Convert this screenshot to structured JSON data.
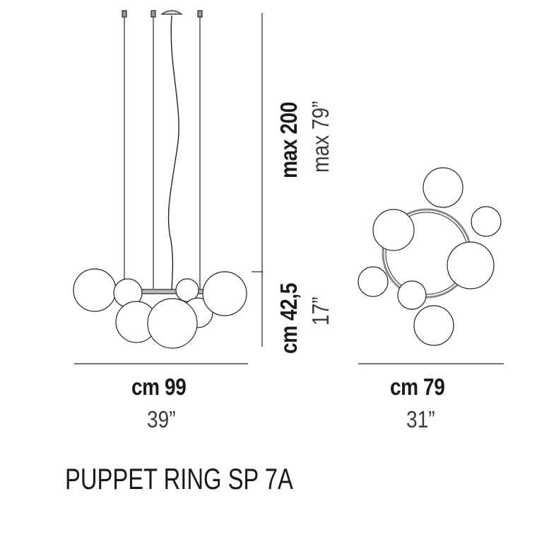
{
  "product": {
    "title": "PUPPET RING SP 7A"
  },
  "side_view": {
    "width_metric": "cm 99",
    "width_imperial": "39”",
    "height_metric": "cm 42,5",
    "height_imperial": "17”",
    "max_metric": "max 200",
    "max_imperial": "max 79”"
  },
  "top_view": {
    "width_metric": "cm 79",
    "width_imperial": "31”"
  },
  "colors": {
    "line": "#222222",
    "glass": "#cfcfcf"
  }
}
